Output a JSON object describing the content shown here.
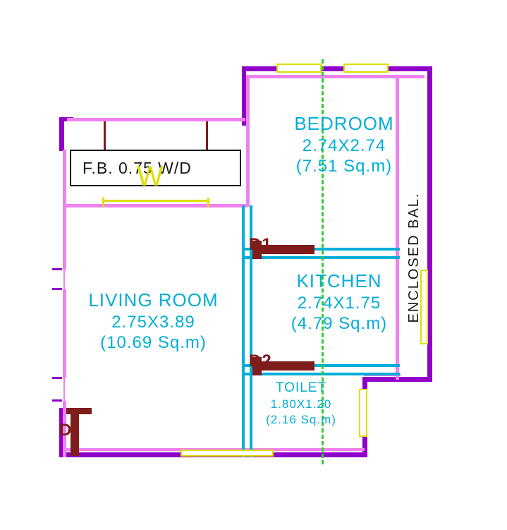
{
  "colors": {
    "outer_wall": "#8F00C8",
    "inner_wall": "#EE82EE",
    "partition": "#00AED8",
    "window": "#DEDE00",
    "center_line": "#33CC33",
    "door": "#7F1C1C",
    "room_text": "#00AED8",
    "annotation_text": "#161616"
  },
  "rooms": {
    "bedroom": {
      "name": "BEDROOM",
      "dimensions": "2.74X2.74",
      "area": "(7.51 Sq.m)"
    },
    "kitchen": {
      "name": "KITCHEN",
      "dimensions": "2.74X1.75",
      "area": "(4.79 Sq.m)"
    },
    "living_room": {
      "name": "LIVING ROOM",
      "dimensions": "2.75X3.89",
      "area": "(10.69 Sq.m)"
    },
    "toilet": {
      "name": "TOILET",
      "dimensions": "1.80X1.20",
      "area": "(2.16 Sq.m)"
    },
    "enclosed_balcony": {
      "name": "ENCLOSED BAL."
    }
  },
  "labels": {
    "flower_bed": "F.B. 0.75 W/D",
    "washer": "W"
  },
  "doors": {
    "d1": "D1",
    "d2": "D2",
    "entrance": "D"
  }
}
